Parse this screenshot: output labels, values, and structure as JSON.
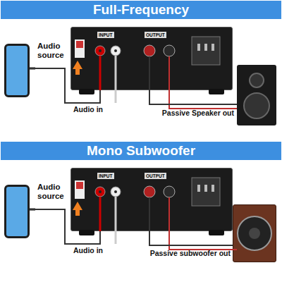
{
  "diagram": {
    "nodes": [
      {
        "text": [
          "Full-Frequency"
        ]
      },
      {
        "text": [
          "Audio source"
        ]
      },
      {
        "text": [
          "INPUT",
          "OUTPUT"
        ]
      },
      {
        "text": [
          "Passive Speaker out"
        ]
      },
      {
        "text": [
          "Mono Subwoofer"
        ]
      },
      {
        "text": [
          "Audio source"
        ]
      },
      {
        "text": [
          "INPUT",
          "OUTPUT"
        ]
      },
      {
        "text": [
          "Passive subwoofer out"
        ]
      }
    ],
    "edges": [
      {
        "from": 1,
        "to": 2,
        "label": "Audio in",
        "arrow": "none"
      },
      {
        "from": 2,
        "to": 3,
        "arrow": "none"
      },
      {
        "from": 5,
        "to": 6,
        "label": "Audio in",
        "arrow": "none"
      },
      {
        "from": 6,
        "to": 7,
        "arrow": "none"
      }
    ]
  }
}
